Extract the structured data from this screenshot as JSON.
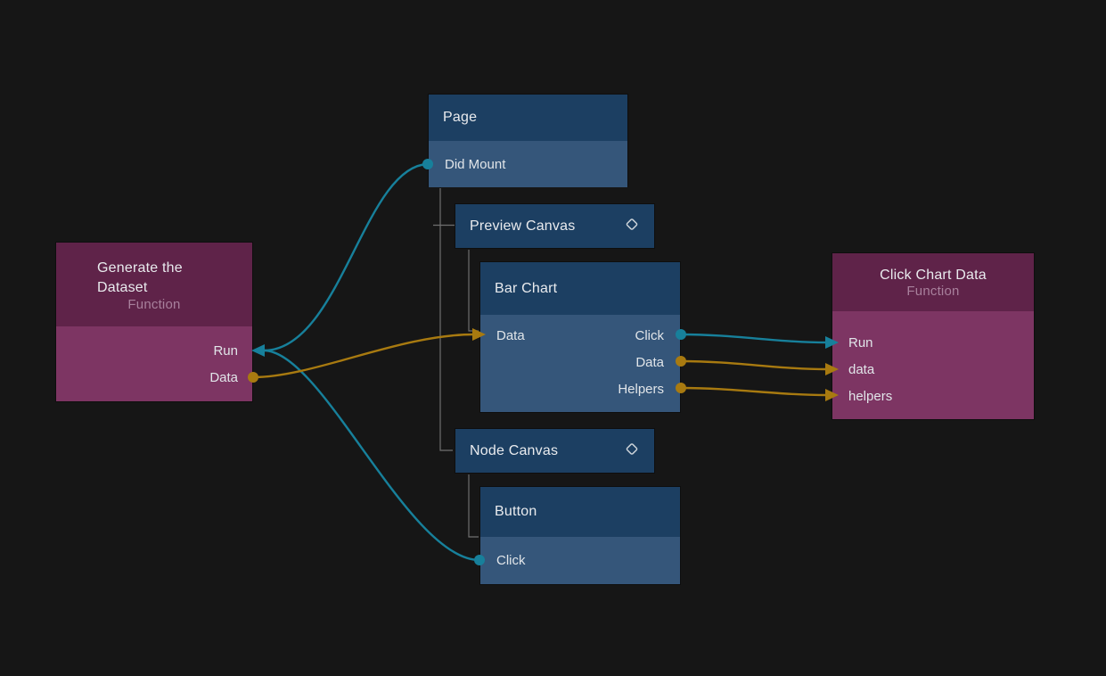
{
  "app": {
    "kind": "visual-node-graph-editor",
    "background": "#161616"
  },
  "colors": {
    "signal_wire": "#17809b",
    "data_wire": "#a87a10",
    "blue_node_header": "#1c3f62",
    "blue_node_body": "#35567a",
    "purple_node_header": "#5f2349",
    "purple_node_body": "#7d3563",
    "tree_line": "#6f6f6f",
    "title_text": "#e9ebee",
    "subtitle_text": "#a8809c"
  },
  "nodes": {
    "page": {
      "title": "Page",
      "outputs": [
        {
          "label": "Did Mount",
          "port_color": "#17809b"
        }
      ]
    },
    "preview_canvas": {
      "title": "Preview Canvas",
      "icon": "diamond-outline-icon"
    },
    "bar_chart": {
      "title": "Bar Chart",
      "inputs": [
        {
          "label": "Data",
          "port_color": "#a87a10"
        }
      ],
      "outputs": [
        {
          "label": "Click",
          "port_color": "#17809b"
        },
        {
          "label": "Data",
          "port_color": "#a87a10"
        },
        {
          "label": "Helpers",
          "port_color": "#a87a10"
        }
      ]
    },
    "node_canvas": {
      "title": "Node Canvas",
      "icon": "diamond-outline-icon"
    },
    "button": {
      "title": "Button",
      "outputs": [
        {
          "label": "Click",
          "port_color": "#17809b"
        }
      ]
    },
    "generate_dataset": {
      "title": "Generate the Dataset",
      "subtitle": "Function",
      "inputs": [
        {
          "label": "Run",
          "port_color": "#17809b"
        }
      ],
      "outputs": [
        {
          "label": "Data",
          "port_color": "#a87a10"
        }
      ]
    },
    "click_chart_data": {
      "title": "Click Chart Data",
      "subtitle": "Function",
      "inputs": [
        {
          "label": "Run",
          "port_color": "#17809b"
        },
        {
          "label": "data",
          "port_color": "#a87a10"
        },
        {
          "label": "helpers",
          "port_color": "#a87a10"
        }
      ]
    }
  },
  "hierarchy": [
    {
      "parent": "Page",
      "child": "Preview Canvas"
    },
    {
      "parent": "Preview Canvas",
      "child": "Bar Chart"
    },
    {
      "parent": "Page",
      "child": "Node Canvas"
    },
    {
      "parent": "Node Canvas",
      "child": "Button"
    }
  ],
  "connections": [
    {
      "from": "Page.Did Mount",
      "to": "Generate the Dataset.Run",
      "type": "signal",
      "color": "#17809b"
    },
    {
      "from": "Button.Click",
      "to": "Generate the Dataset.Run",
      "type": "signal",
      "color": "#17809b"
    },
    {
      "from": "Generate the Dataset.Data",
      "to": "Bar Chart.Data",
      "type": "data",
      "color": "#a87a10"
    },
    {
      "from": "Bar Chart.Click",
      "to": "Click Chart Data.Run",
      "type": "signal",
      "color": "#17809b"
    },
    {
      "from": "Bar Chart.Data",
      "to": "Click Chart Data.data",
      "type": "data",
      "color": "#a87a10"
    },
    {
      "from": "Bar Chart.Helpers",
      "to": "Click Chart Data.helpers",
      "type": "data",
      "color": "#a87a10"
    }
  ]
}
